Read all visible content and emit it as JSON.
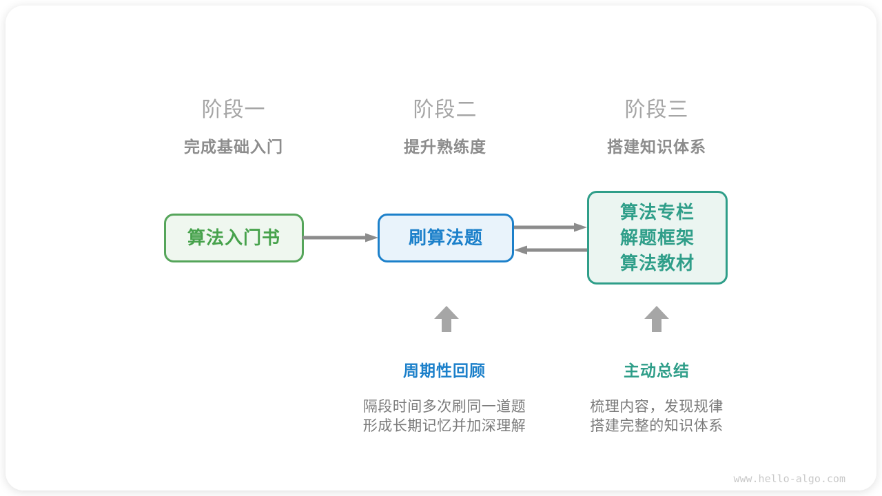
{
  "source_watermark": "www.hello-algo.com",
  "colors": {
    "green": "#55a55a",
    "green_fill": "#eff7ef",
    "blue": "#1c80ca",
    "blue_fill": "#e9f3fb",
    "teal": "#2f9e89",
    "teal_fill": "#ebf5f1",
    "stage_title_gray": "#a5a5a5",
    "stage_subtitle_gray": "#8c8c8c",
    "body_gray": "#7a7a7a",
    "arrow_gray": "#8c8c8c",
    "up_arrow_gray": "#a6a6a6",
    "watermark_gray": "#c9c9c9"
  },
  "stages": [
    {
      "title": "阶段一",
      "subtitle": "完成基础入门"
    },
    {
      "title": "阶段二",
      "subtitle": "提升熟练度"
    },
    {
      "title": "阶段三",
      "subtitle": "搭建知识体系"
    }
  ],
  "boxes": [
    {
      "id": "box-intro-book",
      "color": "green",
      "lines": [
        "算法入门书"
      ]
    },
    {
      "id": "box-practice",
      "color": "blue",
      "lines": [
        "刷算法题"
      ]
    },
    {
      "id": "box-resources",
      "color": "teal",
      "lines": [
        "算法专栏",
        "解题框架",
        "算法教材"
      ]
    }
  ],
  "arrows": [
    {
      "id": "arrow-book-to-practice",
      "direction": "right"
    },
    {
      "id": "arrow-practice-to-resources",
      "direction": "right"
    },
    {
      "id": "arrow-resources-to-practice",
      "direction": "left"
    },
    {
      "id": "arrow-review-up",
      "direction": "up"
    },
    {
      "id": "arrow-summary-up",
      "direction": "up"
    }
  ],
  "notes": [
    {
      "title": "周期性回顾",
      "color": "blue",
      "lines": [
        "隔段时间多次刷同一道题",
        "形成长期记忆并加深理解"
      ]
    },
    {
      "title": "主动总结",
      "color": "teal",
      "lines": [
        "梳理内容，发现规律",
        "搭建完整的知识体系"
      ]
    }
  ]
}
